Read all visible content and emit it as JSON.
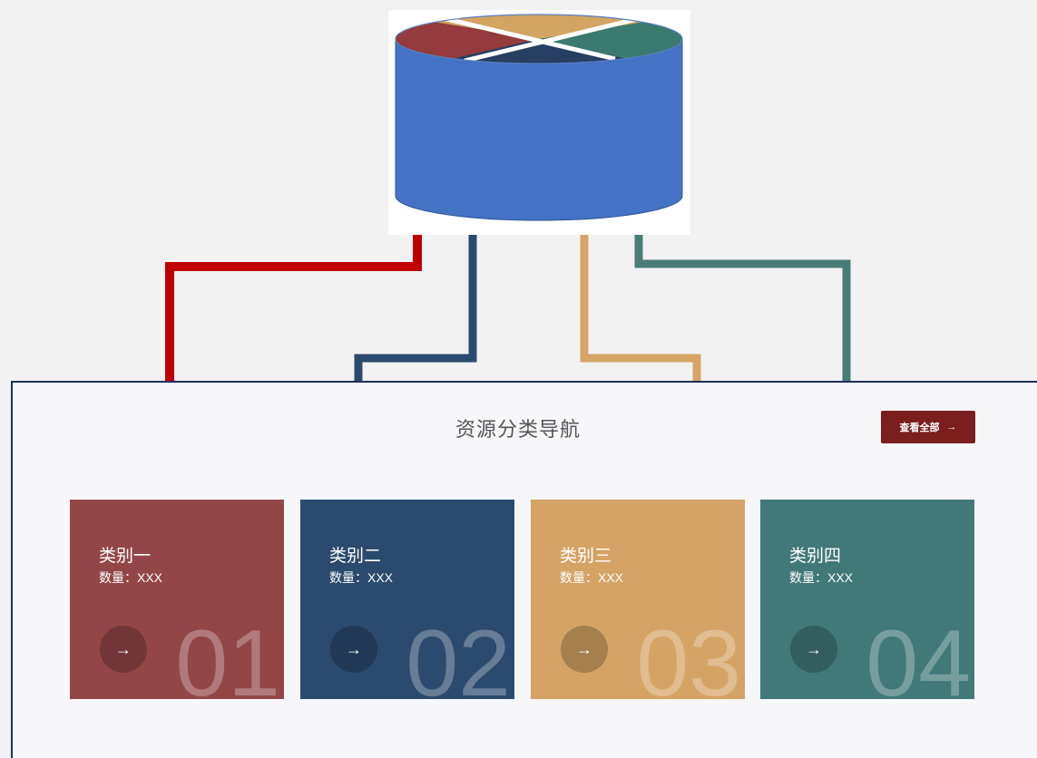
{
  "colors": {
    "red": "#c00000",
    "navy": "#2c4a6e",
    "sand": "#d6a565",
    "teal": "#4a7c77",
    "card_red": "#934648",
    "card_navy": "#2b4a6f",
    "card_sand": "#d5a366",
    "card_teal": "#417978",
    "db_blue": "#4472c4",
    "view_all_bg": "#7a1e1e"
  },
  "panel": {
    "title": "资源分类导航",
    "view_all_label": "查看全部",
    "view_all_arrow": "→"
  },
  "cards": [
    {
      "name": "类别一",
      "count": "数量：XXX",
      "number": "01",
      "arrow": "→"
    },
    {
      "name": "类别二",
      "count": "数量：XXX",
      "number": "02",
      "arrow": "→"
    },
    {
      "name": "类别三",
      "count": "数量：XXX",
      "number": "03",
      "arrow": "→"
    },
    {
      "name": "类别四",
      "count": "数量：XXX",
      "number": "04",
      "arrow": "→"
    }
  ]
}
